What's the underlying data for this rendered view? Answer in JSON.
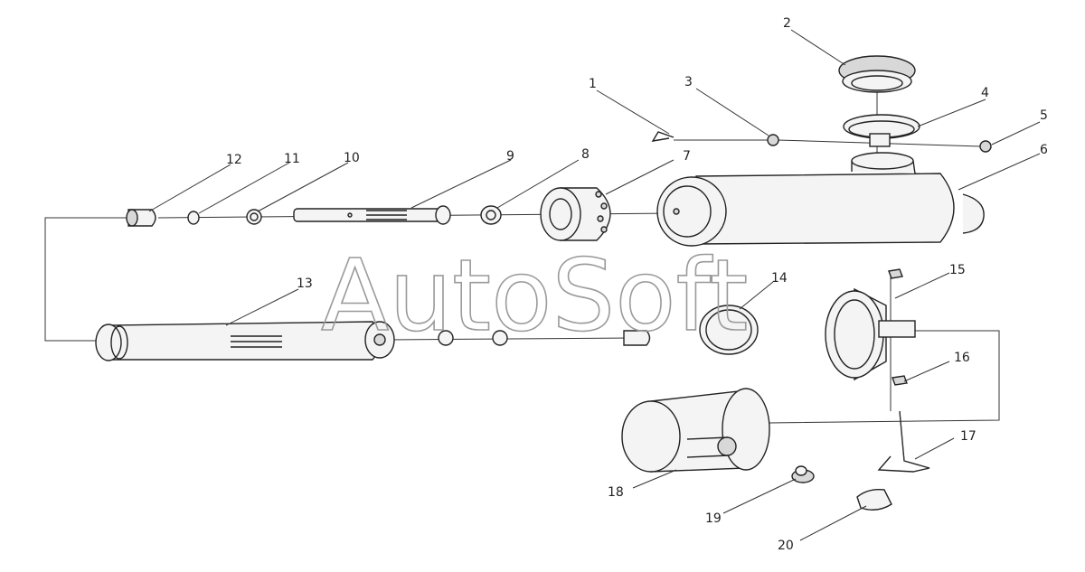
{
  "watermark": "AutoSoft",
  "callouts": [
    "1",
    "2",
    "3",
    "4",
    "5",
    "6",
    "7",
    "8",
    "9",
    "10",
    "11",
    "12",
    "13",
    "14",
    "15",
    "16",
    "17",
    "18",
    "19",
    "20"
  ]
}
